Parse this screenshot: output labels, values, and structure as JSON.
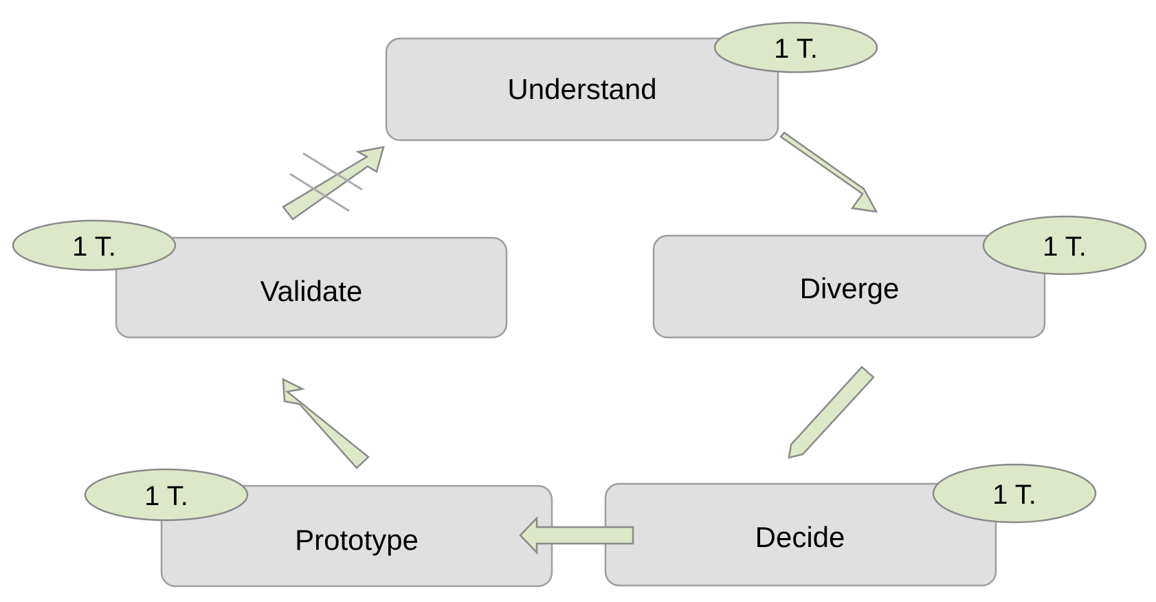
{
  "colors": {
    "box_fill": "#e0e0e0",
    "box_stroke": "#9e9e9e",
    "badge_fill": "#dde8c8",
    "badge_stroke": "#8a8a8a",
    "arrow_fill": "#dde8c8",
    "arrow_stroke": "#8a8a8a",
    "break_mark": "#aaaaaa"
  },
  "steps": [
    {
      "label": "Understand",
      "badge": "1 T."
    },
    {
      "label": "Diverge",
      "badge": "1 T."
    },
    {
      "label": "Decide",
      "badge": "1 T."
    },
    {
      "label": "Prototype",
      "badge": "1 T."
    },
    {
      "label": "Validate",
      "badge": "1 T."
    }
  ],
  "flow": [
    {
      "from": "Understand",
      "to": "Diverge"
    },
    {
      "from": "Diverge",
      "to": "Decide"
    },
    {
      "from": "Decide",
      "to": "Prototype"
    },
    {
      "from": "Prototype",
      "to": "Validate"
    },
    {
      "from": "Validate",
      "to": "Understand",
      "interrupted": true
    }
  ]
}
